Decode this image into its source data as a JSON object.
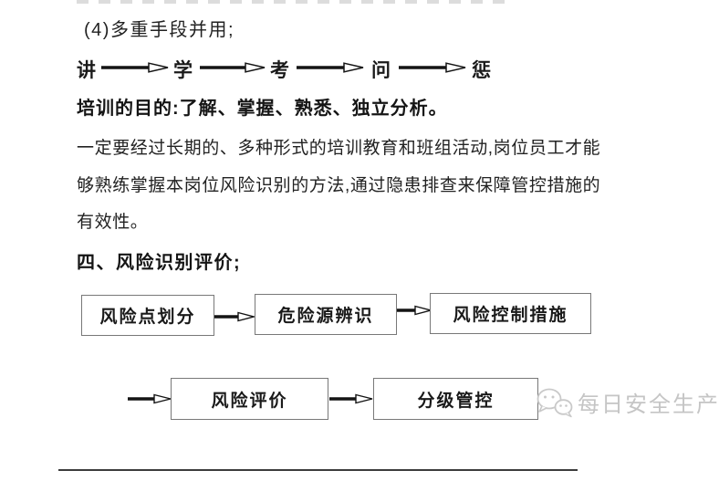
{
  "document": {
    "item_line": "(4)多重手段并用;",
    "purpose_line": "培训的目的:了解、掌握、熟悉、独立分析。",
    "paragraph_lines": [
      "一定要经过长期的、多种形式的培训教育和班组活动,岗位员工才能",
      "够熟练掌握本岗位风险识别的方法,通过隐患排查来保障管控措施的",
      "有效性。"
    ],
    "section_heading": "四、风险识别评价;"
  },
  "flow": {
    "steps": [
      "讲",
      "学",
      "考",
      "问",
      "惩"
    ]
  },
  "flowchart": {
    "row1": [
      "风险点划分",
      "危险源辨识",
      "风险控制措施"
    ],
    "row2": [
      "风险评价",
      "分级管控"
    ]
  },
  "watermark": {
    "icon": "wechat-icon",
    "text": "每日安全生产"
  },
  "colors": {
    "background": "#ffffff",
    "text": "#1c1c1c",
    "box_border": "#787878",
    "arrow": "#141414",
    "watermark": "#c5c5c5"
  }
}
